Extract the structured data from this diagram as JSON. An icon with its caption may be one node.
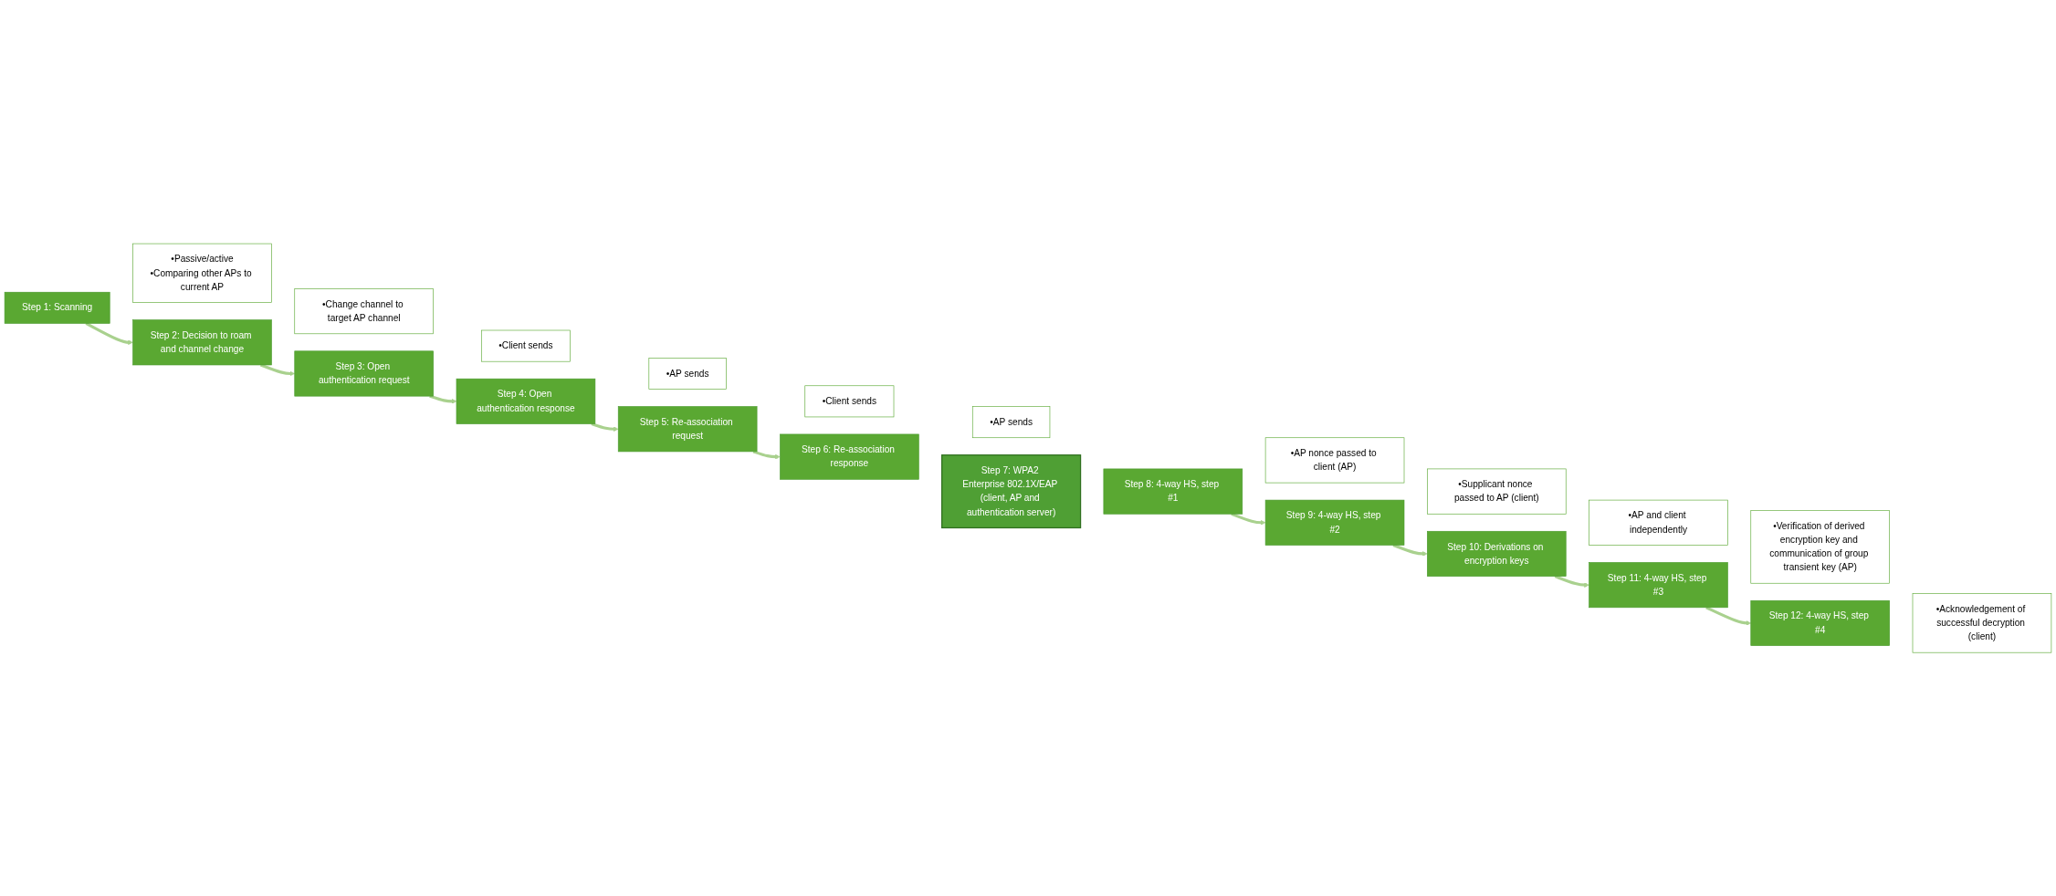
{
  "diagram": {
    "nodes": [
      {
        "text": [
          "Step 1: Scanning"
        ]
      },
      {
        "text": [
          "•Passive/active",
          "•Comparing other APs to current AP"
        ]
      },
      {
        "text": [
          "Step 2: Decision to roam and channel change"
        ]
      },
      {
        "text": [
          "•Change channel to target AP channel"
        ]
      },
      {
        "text": [
          "Step 3: Open authentication request"
        ]
      },
      {
        "text": [
          "•Client sends"
        ]
      },
      {
        "text": [
          "Step 4: Open authentication response"
        ]
      },
      {
        "text": [
          "•AP sends"
        ]
      },
      {
        "text": [
          "Step 5: Re-association request"
        ]
      },
      {
        "text": [
          "•Client sends"
        ]
      },
      {
        "text": [
          "Step 6: Re-association response"
        ]
      },
      {
        "text": [
          "•AP sends"
        ]
      },
      {
        "text": [
          "Step 7: WPA2 Enterprise 802.1X/EAP (client, AP and authentication server)"
        ]
      },
      {
        "text": [
          "Step 8: 4-way HS, step #1"
        ]
      },
      {
        "text": [
          "•AP nonce passed to client (AP)"
        ]
      },
      {
        "text": [
          "Step 9: 4-way HS, step #2"
        ]
      },
      {
        "text": [
          "•Supplicant nonce passed to AP (client)"
        ]
      },
      {
        "text": [
          "Step 10: Derivations on encryption keys"
        ]
      },
      {
        "text": [
          "•AP and client independently"
        ]
      },
      {
        "text": [
          "Step 11: 4-way HS, step #3"
        ]
      },
      {
        "text": [
          "•Verification of derived encryption key and communication of group transient key (AP)"
        ]
      },
      {
        "text": [
          "Step 12: 4-way HS, step #4"
        ]
      },
      {
        "text": [
          "•Acknowledgement of successful decryption (client)"
        ]
      }
    ],
    "edges": [
      {
        "from": 0,
        "to": 2,
        "arrow": "to"
      },
      {
        "from": 2,
        "to": 4,
        "arrow": "to"
      },
      {
        "from": 4,
        "to": 6,
        "arrow": "to"
      },
      {
        "from": 6,
        "to": 8,
        "arrow": "to"
      },
      {
        "from": 8,
        "to": 10,
        "arrow": "to"
      },
      {
        "from": 13,
        "to": 15,
        "arrow": "to"
      },
      {
        "from": 15,
        "to": 17,
        "arrow": "to"
      },
      {
        "from": 17,
        "to": 19,
        "arrow": "to"
      },
      {
        "from": 19,
        "to": 21,
        "arrow": "to"
      }
    ]
  }
}
